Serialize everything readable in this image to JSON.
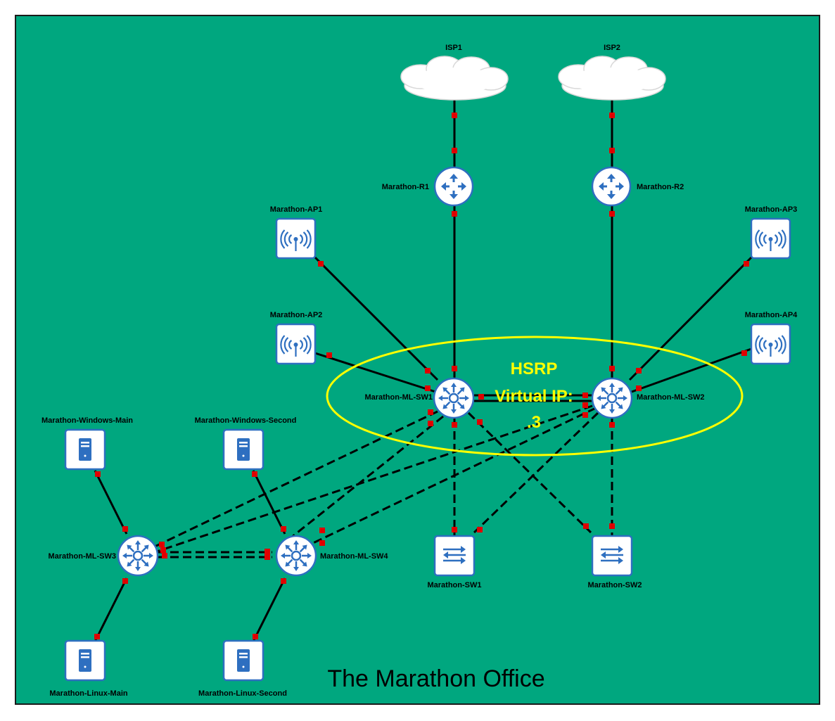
{
  "title": "The Marathon Office",
  "hsrp": {
    "line1": "HSRP",
    "line2": "Virtual IP:",
    "line3": ".3"
  },
  "clouds": [
    {
      "id": "isp1",
      "label": "ISP1"
    },
    {
      "id": "isp2",
      "label": "ISP2"
    }
  ],
  "routers": [
    {
      "id": "r1",
      "label": "Marathon-R1"
    },
    {
      "id": "r2",
      "label": "Marathon-R2"
    }
  ],
  "access_points": [
    {
      "id": "ap1",
      "label": "Marathon-AP1"
    },
    {
      "id": "ap2",
      "label": "Marathon-AP2"
    },
    {
      "id": "ap3",
      "label": "Marathon-AP3"
    },
    {
      "id": "ap4",
      "label": "Marathon-AP4"
    }
  ],
  "multilayer_switches": [
    {
      "id": "mlsw1",
      "label": "Marathon-ML-SW1"
    },
    {
      "id": "mlsw2",
      "label": "Marathon-ML-SW2"
    },
    {
      "id": "mlsw3",
      "label": "Marathon-ML-SW3"
    },
    {
      "id": "mlsw4",
      "label": "Marathon-ML-SW4"
    }
  ],
  "switches": [
    {
      "id": "sw1",
      "label": "Marathon-SW1"
    },
    {
      "id": "sw2",
      "label": "Marathon-SW2"
    }
  ],
  "servers": [
    {
      "id": "winmain",
      "label": "Marathon-Windows-Main"
    },
    {
      "id": "winsecond",
      "label": "Marathon-Windows-Second"
    },
    {
      "id": "linmain",
      "label": "Marathon-Linux-Main"
    },
    {
      "id": "linsecond",
      "label": "Marathon-Linux-Second"
    }
  ],
  "colors": {
    "background": "#00a77f",
    "device_blue": "#2e6fc0",
    "link": "#000000",
    "port": "#e00000",
    "hsrp": "#ffff00",
    "cloud": "#ffffff"
  },
  "icons": {
    "cloud": "cloud-icon",
    "router": "router-icon",
    "access_point": "wireless-access-point-icon",
    "multilayer_switch": "multilayer-switch-icon",
    "switch": "switch-icon",
    "server": "server-icon"
  }
}
